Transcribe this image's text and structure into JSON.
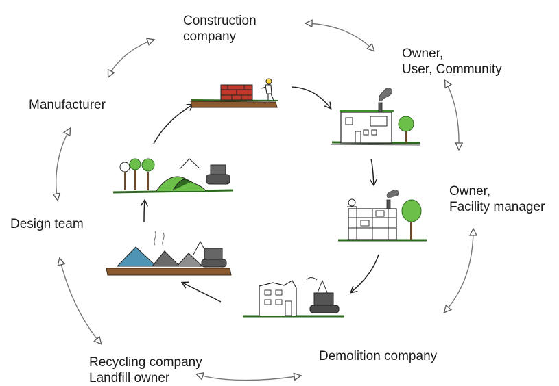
{
  "stakeholders": {
    "construction": {
      "line1": "Construction",
      "line2": "company"
    },
    "owner_user": {
      "line1": "Owner,",
      "line2": "User, Community"
    },
    "owner_facility": {
      "line1": "Owner,",
      "line2": "Facility manager"
    },
    "demolition": {
      "line1": "Demolition company"
    },
    "recycling": {
      "line1": "Recycling company",
      "line2": "Landfill owner"
    },
    "design": {
      "line1": "Design team"
    },
    "manufacturer": {
      "line1": "Manufacturer"
    }
  },
  "stages": [
    {
      "name": "construction",
      "icon": "bricklaying-worker-icon"
    },
    {
      "name": "operation",
      "icon": "green-roof-building-icon"
    },
    {
      "name": "maintenance",
      "icon": "building-renovation-icon"
    },
    {
      "name": "demolition",
      "icon": "building-demolition-icon"
    },
    {
      "name": "recycling-landfill",
      "icon": "waste-heaps-icon"
    },
    {
      "name": "raw-materials",
      "icon": "forest-quarry-icon"
    }
  ]
}
